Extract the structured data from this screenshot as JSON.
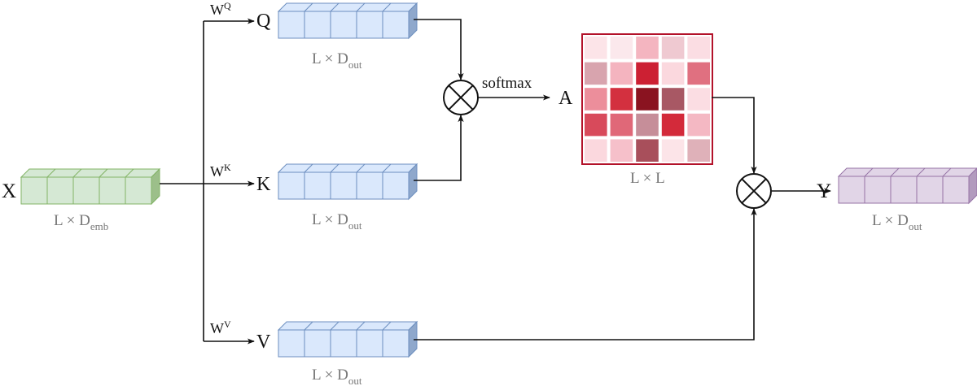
{
  "labels": {
    "x": "X",
    "q": "Q",
    "k": "K",
    "v": "V",
    "a": "A",
    "y": "Y",
    "wq": "W",
    "wq_sup": "Q",
    "wk": "W",
    "wk_sup": "K",
    "wv": "W",
    "wv_sup": "V",
    "softmax": "softmax"
  },
  "dims": {
    "x": {
      "main": "L × D",
      "sub": "emb"
    },
    "q": {
      "main": "L × D",
      "sub": "out"
    },
    "k": {
      "main": "L × D",
      "sub": "out"
    },
    "v": {
      "main": "L × D",
      "sub": "out"
    },
    "y": {
      "main": "L × D",
      "sub": "out"
    },
    "a": "L × L"
  },
  "colors": {
    "green_face": "#d5e8d4",
    "green_stroke": "#82b366",
    "green_side": "#9cbf8a",
    "blue_face": "#dae8fc",
    "blue_stroke": "#6c8ebf",
    "blue_side": "#8fa8cc",
    "purple_face": "#e1d5e7",
    "purple_stroke": "#9673a6",
    "purple_side": "#b29bbe",
    "matrix_border": "#b3122a",
    "dim_text": "#777777",
    "arrow": "#111111"
  },
  "attention_matrix": [
    [
      "#fce4e8",
      "#fbe8ec",
      "#f4b5c0",
      "#efc9d1",
      "#fbdde3"
    ],
    [
      "#d8a4ae",
      "#f4b4bf",
      "#cc2033",
      "#fbd8de",
      "#e07080"
    ],
    [
      "#ec8e9b",
      "#d3303f",
      "#8a1320",
      "#a85864",
      "#fbdde3"
    ],
    [
      "#d84a5b",
      "#e06878",
      "#c68e99",
      "#d32a3a",
      "#f4b8c3"
    ],
    [
      "#fbd8de",
      "#f6c0ca",
      "#a84f5b",
      "#fce4e8",
      "#dfb1b9"
    ]
  ]
}
